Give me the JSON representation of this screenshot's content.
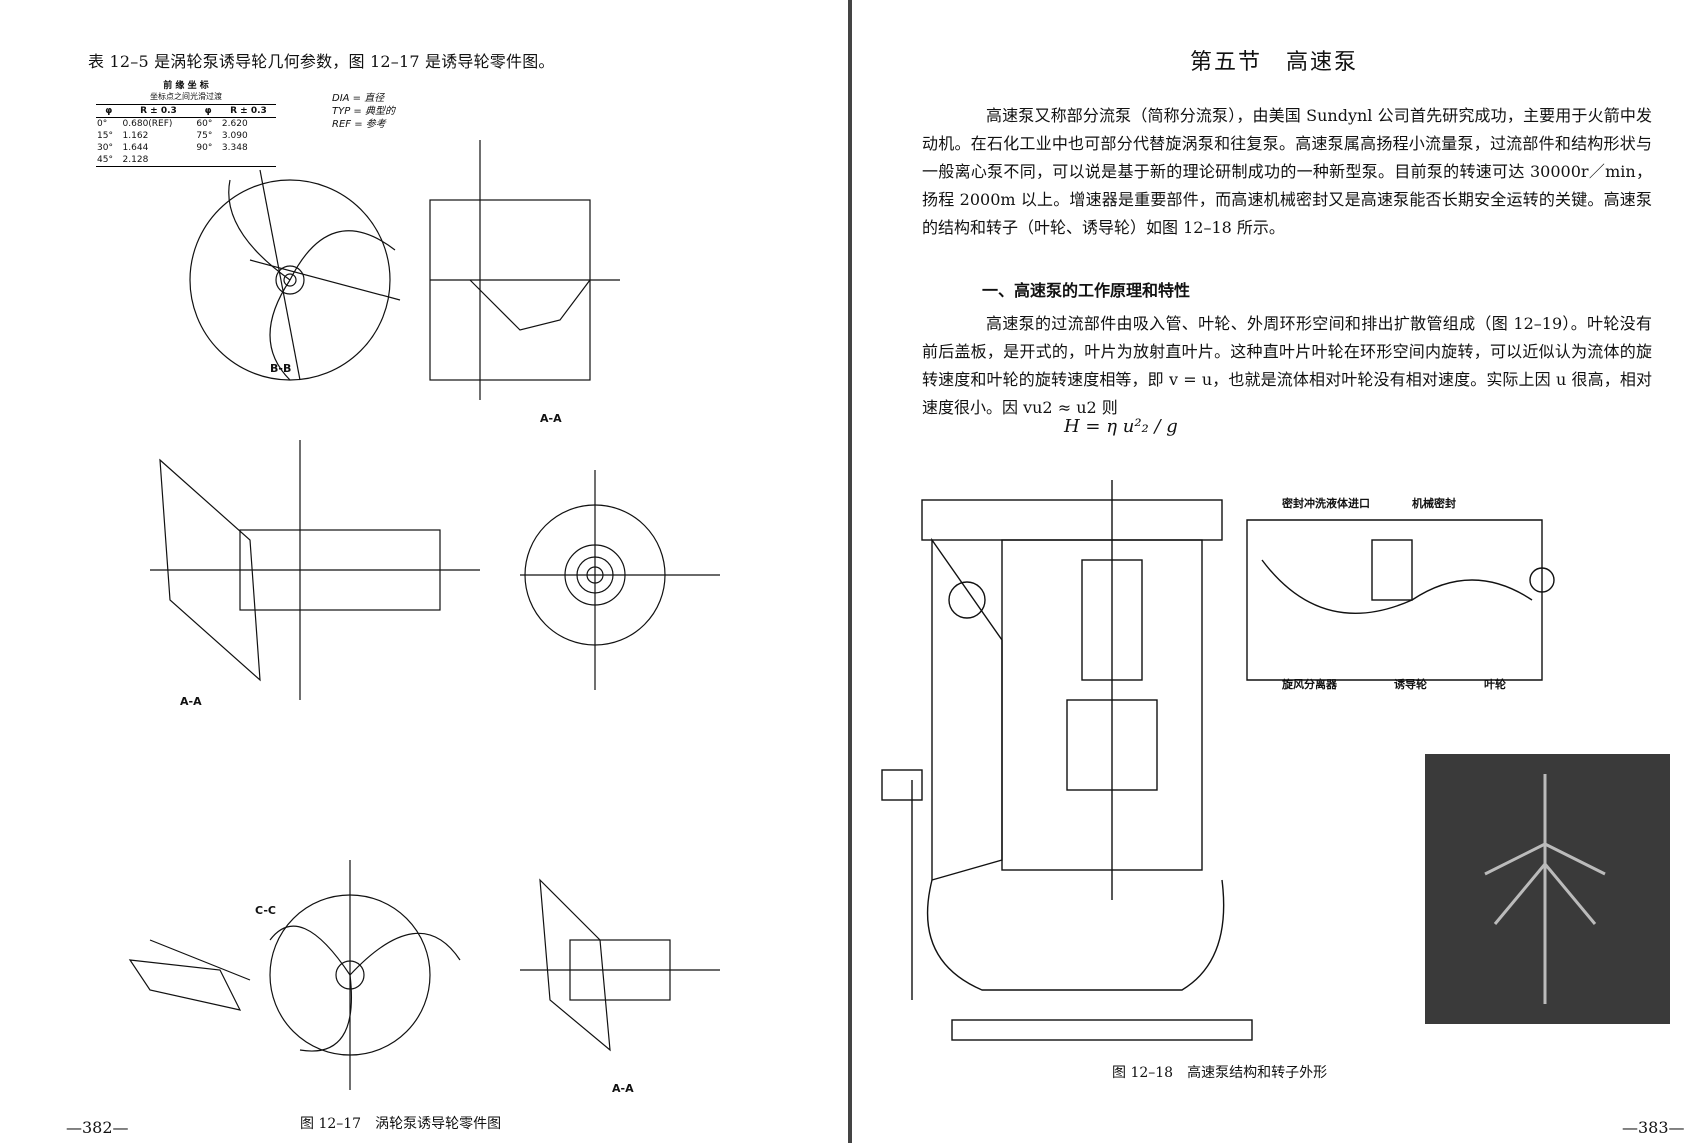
{
  "left": {
    "intro": "表 12–5 是涡轮泵诱导轮几何参数，图 12–17 是诱导轮零件图。",
    "figure_caption": "图 12–17　涡轮泵诱导轮零件图",
    "page_number": "—382—",
    "table": {
      "title": "前 缘 坐 标",
      "subtitle": "坐标点之间光滑过渡",
      "headers": [
        "φ",
        "R ± 0.3",
        "φ",
        "R ± 0.3"
      ],
      "rows": [
        [
          "0°",
          "0.680(REF)",
          "60°",
          "2.620"
        ],
        [
          "15°",
          "1.162",
          "75°",
          "3.090"
        ],
        [
          "30°",
          "1.644",
          "90°",
          "3.348"
        ],
        [
          "45°",
          "2.128",
          "",
          ""
        ]
      ]
    },
    "notes": [
      "DIA = 直径",
      "TYP = 典型的",
      "REF = 参考"
    ],
    "section_labels": [
      "B-B",
      "A-A",
      "C-C",
      "A-A",
      "A-A"
    ]
  },
  "right": {
    "section_title": "第五节　高速泵",
    "paragraph1": "高速泵又称部分流泵（简称分流泵），由美国 Sundynl 公司首先研究成功，主要用于火箭中发动机。在石化工业中也可部分代替旋涡泵和往复泵。高速泵属高扬程小流量泵，过流部件和结构形状与一般离心泵不同，可以说是基于新的理论研制成功的一种新型泵。目前泵的转速可达 30000r／min，扬程 2000m 以上。增速器是重要部件，而高速机械密封又是高速泵能否长期安全运转的关键。高速泵的结构和转子（叶轮、诱导轮）如图 12–18 所示。",
    "subheading": "一、高速泵的工作原理和特性",
    "paragraph2": "高速泵的过流部件由吸入管、叶轮、外周环形空间和排出扩散管组成（图 12–19）。叶轮没有前后盖板，是开式的，叶片为放射直叶片。这种直叶片叶轮在环形空间内旋转，可以近似认为流体的旋转速度和叶轮的旋转速度相等，即 v = u，也就是流体相对叶轮没有相对速度。实际上因 u 很高，相对速度很小。因 vu2 ≈ u2 则",
    "formula": "H = η u²₂ / g",
    "figure_labels": [
      "密封冲洗液体进口",
      "机械密封",
      "旋风分离器",
      "诱导轮",
      "叶轮"
    ],
    "figure_caption": "图 12–18　高速泵结构和转子外形",
    "page_number": "—383—"
  }
}
